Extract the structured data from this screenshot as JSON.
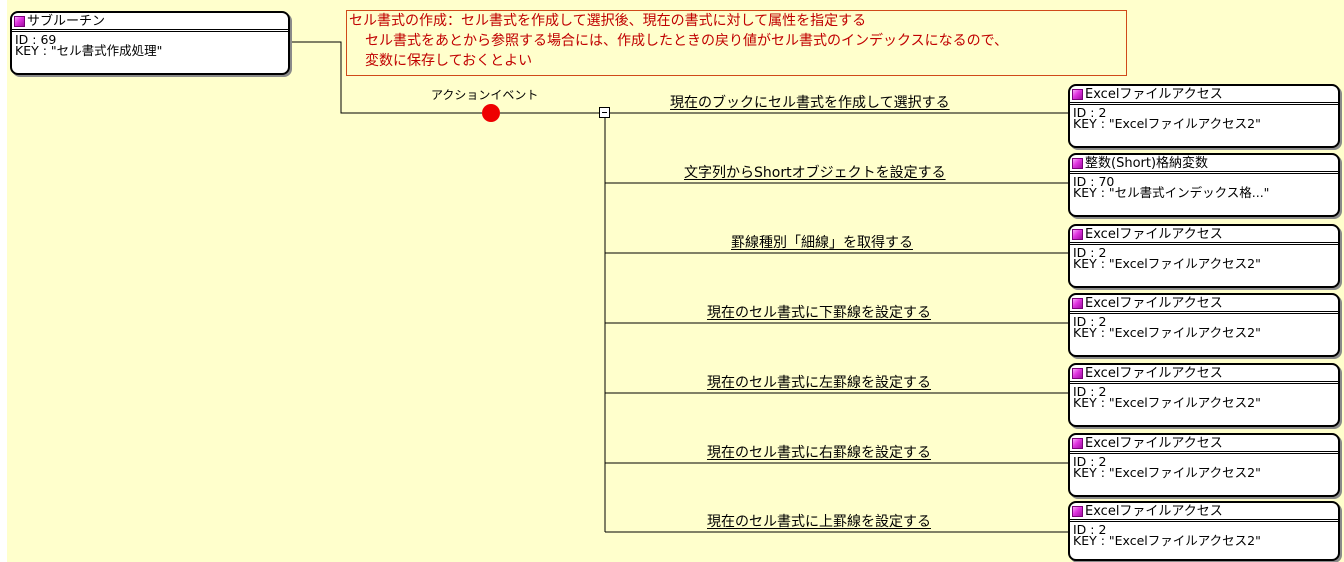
{
  "subroutine": {
    "title": "サブルーチン",
    "id_line": "ID : 69",
    "key_line": "KEY : \"セル書式作成処理\""
  },
  "comment": {
    "lines": [
      "セル書式の作成：セル書式を作成して選択後、現在の書式に対して属性を指定する",
      "セル書式をあとから参照する場合には、作成したときの戻り値がセル書式のインデックスになるので、",
      "変数に保存しておくとよい"
    ]
  },
  "event": {
    "label": "アクションイベント"
  },
  "actions": [
    {
      "label": "現在のブックにセル書式を作成して選択する",
      "target": {
        "title": "Excelファイルアクセス",
        "id_line": "ID : 2",
        "key_line": "KEY : \"Excelファイルアクセス2\""
      }
    },
    {
      "label": "文字列からShortオブジェクトを設定する",
      "target": {
        "title": "整数(Short)格納変数",
        "id_line": "ID : 70",
        "key_line": "KEY : \"セル書式インデックス格...\""
      }
    },
    {
      "label": "罫線種別「細線」を取得する",
      "target": {
        "title": "Excelファイルアクセス",
        "id_line": "ID : 2",
        "key_line": "KEY : \"Excelファイルアクセス2\""
      }
    },
    {
      "label": "現在のセル書式に下罫線を設定する",
      "target": {
        "title": "Excelファイルアクセス",
        "id_line": "ID : 2",
        "key_line": "KEY : \"Excelファイルアクセス2\""
      }
    },
    {
      "label": "現在のセル書式に左罫線を設定する",
      "target": {
        "title": "Excelファイルアクセス",
        "id_line": "ID : 2",
        "key_line": "KEY : \"Excelファイルアクセス2\""
      }
    },
    {
      "label": "現在のセル書式に右罫線を設定する",
      "target": {
        "title": "Excelファイルアクセス",
        "id_line": "ID : 2",
        "key_line": "KEY : \"Excelファイルアクセス2\""
      }
    },
    {
      "label": "現在のセル書式に上罫線を設定する",
      "target": {
        "title": "Excelファイルアクセス",
        "id_line": "ID : 2",
        "key_line": "KEY : \"Excelファイルアクセス2\""
      }
    }
  ],
  "colors": {
    "canvas_bg": "#ffffcc",
    "comment_text": "#c00000",
    "comment_border": "#d04a1a",
    "event_dot": "#ee0000",
    "component_icon": "#e033e0"
  }
}
